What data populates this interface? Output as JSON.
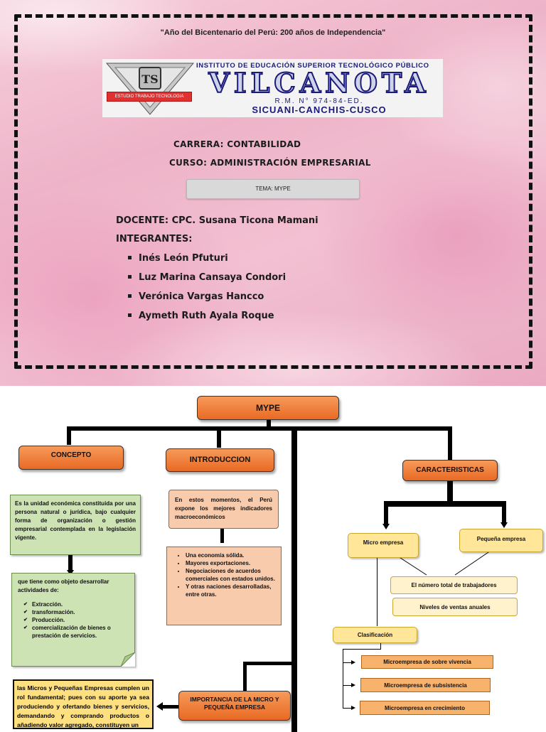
{
  "cover": {
    "motto": "\"Año del Bicentenario del Perú: 200 años de Independencia\"",
    "institute": {
      "line1": "INSTITUTO DE EDUCACIÓN SUPERIOR TECNOLÓGICO PÚBLICO",
      "name": "VILCANOTA",
      "rm": "R.M. N° 974-84-ED.",
      "location": "SICUANI-CANCHIS-CUSCO",
      "emblem_text": "ESTUDIO TRABAJO TECNOLOGIA"
    },
    "carrera": "CARRERA: CONTABILIDAD",
    "curso": "CURSO: ADMINISTRACIÓN EMPRESARIAL",
    "tema": "TEMA: MYPE",
    "docente": "DOCENTE: CPC. Susana Ticona Mamani",
    "integrantes_label": "INTEGRANTES:",
    "integrantes": [
      "Inés León Pfuturi",
      "Luz Marina Cansaya Condori",
      "Verónica Vargas Hancco",
      "Aymeth Ruth Ayala Roque"
    ]
  },
  "map": {
    "root": "MYPE",
    "concepto": {
      "title": "CONCEPTO",
      "text": "Es la unidad económica constituida por una persona natural o jurídica, bajo cualquier forma de organización o gestión empresarial contemplada en la legislación vigente.",
      "objeto_intro": "que tiene como objeto desarrollar actividades de:",
      "actividades": [
        "Extracción.",
        "transformación.",
        "Producción.",
        "comercialización de bienes o prestación de servicios."
      ]
    },
    "introduccion": {
      "title": "INTRODUCCION",
      "text": "En estos momentos, el Perú expone los mejores indicadores macroeconómicos",
      "items": [
        "Una economía sólida.",
        "Mayores exportaciones.",
        "Negociaciones de acuerdos comerciales con estados unidos.",
        "Y otras naciones desarrolladas, entre otras."
      ]
    },
    "caracteristicas": {
      "title": "CARACTERISTICAS",
      "micro": "Micro empresa",
      "pequena": "Pequeña empresa",
      "criterio1": "El número total de trabajadores",
      "criterio2": "Niveles de ventas anuales",
      "clasificacion": "Clasificación",
      "tipos": [
        "Microempresa de sobre vivencia",
        "Microempresa de subsistencia",
        "Microempresa en crecimiento"
      ]
    },
    "importancia": {
      "title": "IMPORTANCIA DE LA MICRO Y PEQUEÑA EMPRESA",
      "text": "las Micros y Pequeñas Empresas cumplen un rol fundamental; pues con su aporte ya sea produciendo y ofertando bienes y servicios, demandando y comprando productos o añadiendo valor agregado, constituyen un"
    }
  }
}
